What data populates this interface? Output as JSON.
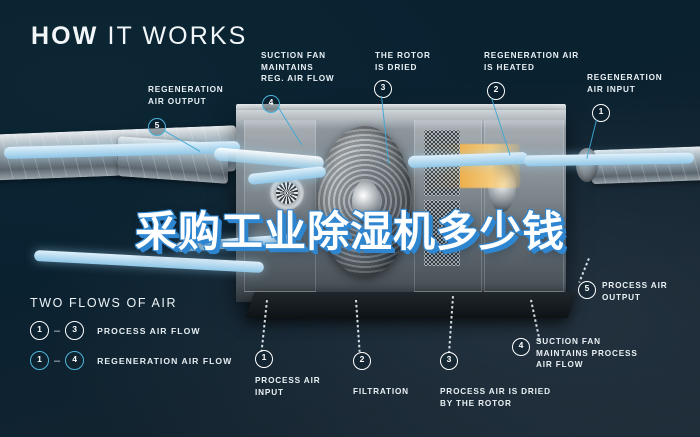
{
  "headline": {
    "bold": "HOW",
    "light": "IT WORKS"
  },
  "overlay_text": "采购工业除湿机多少钱",
  "callouts": [
    {
      "id": "regeneration-air-output",
      "number": "5",
      "text": "REGENERATION\nAIR OUTPUT"
    },
    {
      "id": "suction-fan-reg",
      "number": "4",
      "text": "SUCTION FAN\nMAINTAINS\nREG. AIR FLOW"
    },
    {
      "id": "rotor-is-dried",
      "number": "3",
      "text": "THE ROTOR\nIS DRIED"
    },
    {
      "id": "regeneration-air-heated",
      "number": "2",
      "text": "REGENERATION AIR\nIS HEATED"
    },
    {
      "id": "regeneration-air-input",
      "number": "1",
      "text": "REGENERATION\nAIR INPUT"
    },
    {
      "id": "process-air-input",
      "number": "1",
      "text": "PROCESS AIR\nINPUT"
    },
    {
      "id": "filtration",
      "number": "2",
      "text": "FILTRATION"
    },
    {
      "id": "process-air-dried",
      "number": "3",
      "text": "PROCESS AIR IS DRIED\nBY THE ROTOR"
    },
    {
      "id": "suction-fan-process",
      "number": "4",
      "text": "SUCTION FAN\nMAINTAINS PROCESS\nAIR FLOW"
    },
    {
      "id": "process-air-output",
      "number": "5",
      "text": "PROCESS AIR\nOUTPUT"
    }
  ],
  "legend": {
    "title": "TWO FLOWS OF AIR",
    "rows": [
      {
        "from": "1",
        "to": "3",
        "dash": "–",
        "label": "PROCESS AIR FLOW",
        "style": "white"
      },
      {
        "from": "1",
        "to": "4",
        "dash": "–",
        "label": "REGENERATION AIR FLOW",
        "style": "cyan"
      }
    ]
  },
  "colors": {
    "background": "#0a2230",
    "accent_cyan": "#3fa8d4",
    "text": "#e9f1f5",
    "overlay_shadow": "#2f86d0",
    "heater_glow": "#ffb23c"
  }
}
